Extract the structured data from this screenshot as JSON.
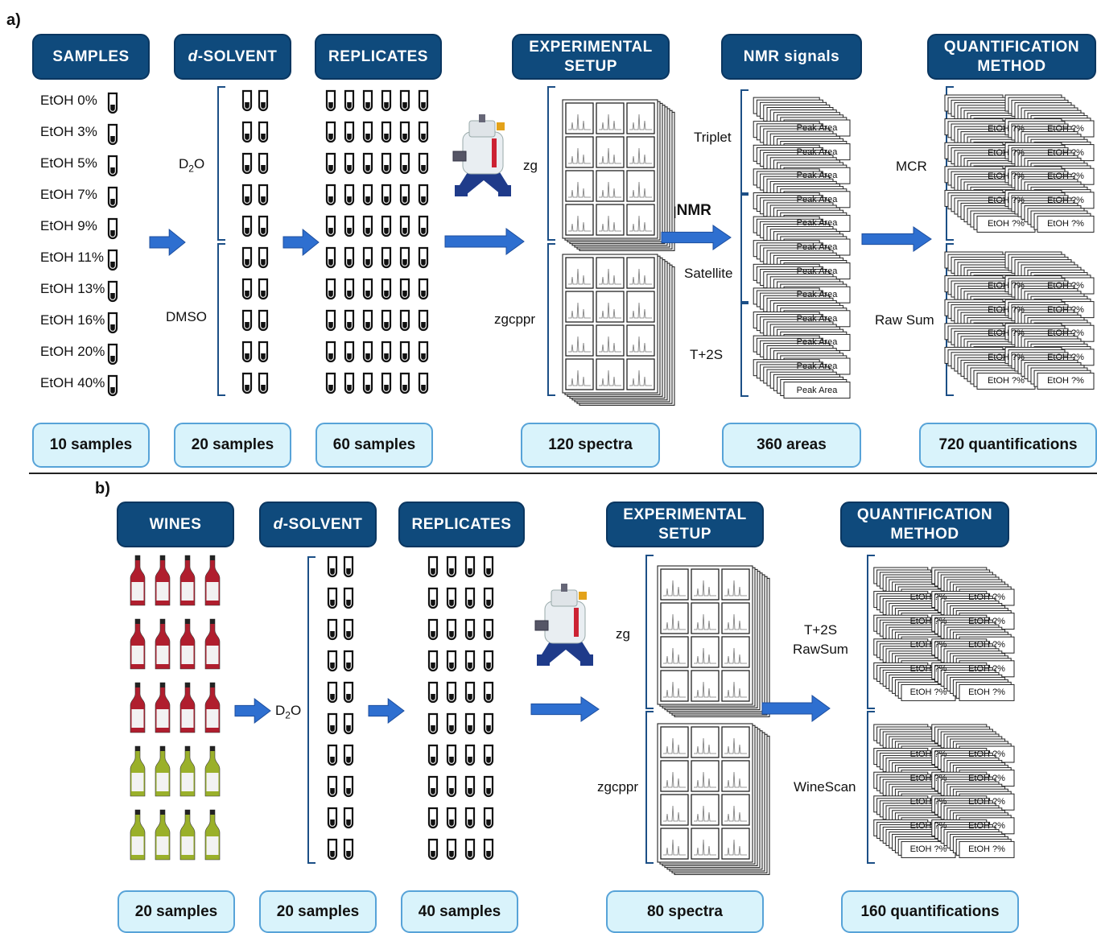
{
  "panel_a": {
    "label": "a)",
    "headers": {
      "samples": "SAMPLES",
      "solvent_prefix": "d",
      "solvent_suffix": "-SOLVENT",
      "replicates": "REPLICATES",
      "setup_l1": "EXPERIMENTAL",
      "setup_l2": "SETUP",
      "signals": "NMR signals",
      "quant_l1": "QUANTIFICATION",
      "quant_l2": "METHOD"
    },
    "samples": [
      "EtOH 0%",
      "EtOH 3%",
      "EtOH 5%",
      "EtOH 7%",
      "EtOH 9%",
      "EtOH 11%",
      "EtOH 13%",
      "EtOH 16%",
      "EtOH 20%",
      "EtOH 40%"
    ],
    "solvents": {
      "d2o_main": "D",
      "d2o_sub": "2",
      "d2o_end": "O",
      "dmso": "DMSO"
    },
    "setups": {
      "zg": "zg",
      "zgcppr": "zgcppr"
    },
    "arrow_label": "qNMR",
    "signals": {
      "triplet": "Triplet",
      "satellite": "Satellite",
      "t2s": "T+2S"
    },
    "peak_label": "Peak Area",
    "methods": {
      "mcr": "MCR",
      "rawsum": "Raw Sum"
    },
    "etoh_label": "EtOH ?%",
    "counts": {
      "samples": "10 samples",
      "solvent": "20 samples",
      "replicates": "60 samples",
      "spectra": "120 spectra",
      "areas": "360 areas",
      "quant": "720 quantifications"
    }
  },
  "panel_b": {
    "label": "b)",
    "headers": {
      "wines": "WINES",
      "solvent_prefix": "d",
      "solvent_suffix": "-SOLVENT",
      "replicates": "REPLICATES",
      "setup_l1": "EXPERIMENTAL",
      "setup_l2": "SETUP",
      "quant_l1": "QUANTIFICATION",
      "quant_l2": "METHOD"
    },
    "solvent": {
      "main": "D",
      "sub": "2",
      "end": "O"
    },
    "setups": {
      "zg": "zg",
      "zgcppr": "zgcppr"
    },
    "methods": {
      "t2s": "T+2S",
      "rawsum": "RawSum",
      "winescan": "WineScan"
    },
    "etoh_label": "EtOH ?%",
    "counts": {
      "wines": "20 samples",
      "solvent": "20 samples",
      "replicates": "40 samples",
      "spectra": "80 spectra",
      "quant": "160 quantifications"
    }
  },
  "icons": [
    "nmr-tube-icon",
    "wine-bottle-icon",
    "nmr-spectrometer-icon",
    "spectrum-icon",
    "arrow-icon",
    "bracket-icon"
  ],
  "colors": {
    "header_bg": "#0f4a7c",
    "count_bg": "#d9f3fb",
    "count_border": "#57a3d8",
    "arrow": "#2e6fd0",
    "red_wine": "#b01e2e",
    "white_wine": "#9ab02a",
    "bracket": "#1c4f86"
  }
}
